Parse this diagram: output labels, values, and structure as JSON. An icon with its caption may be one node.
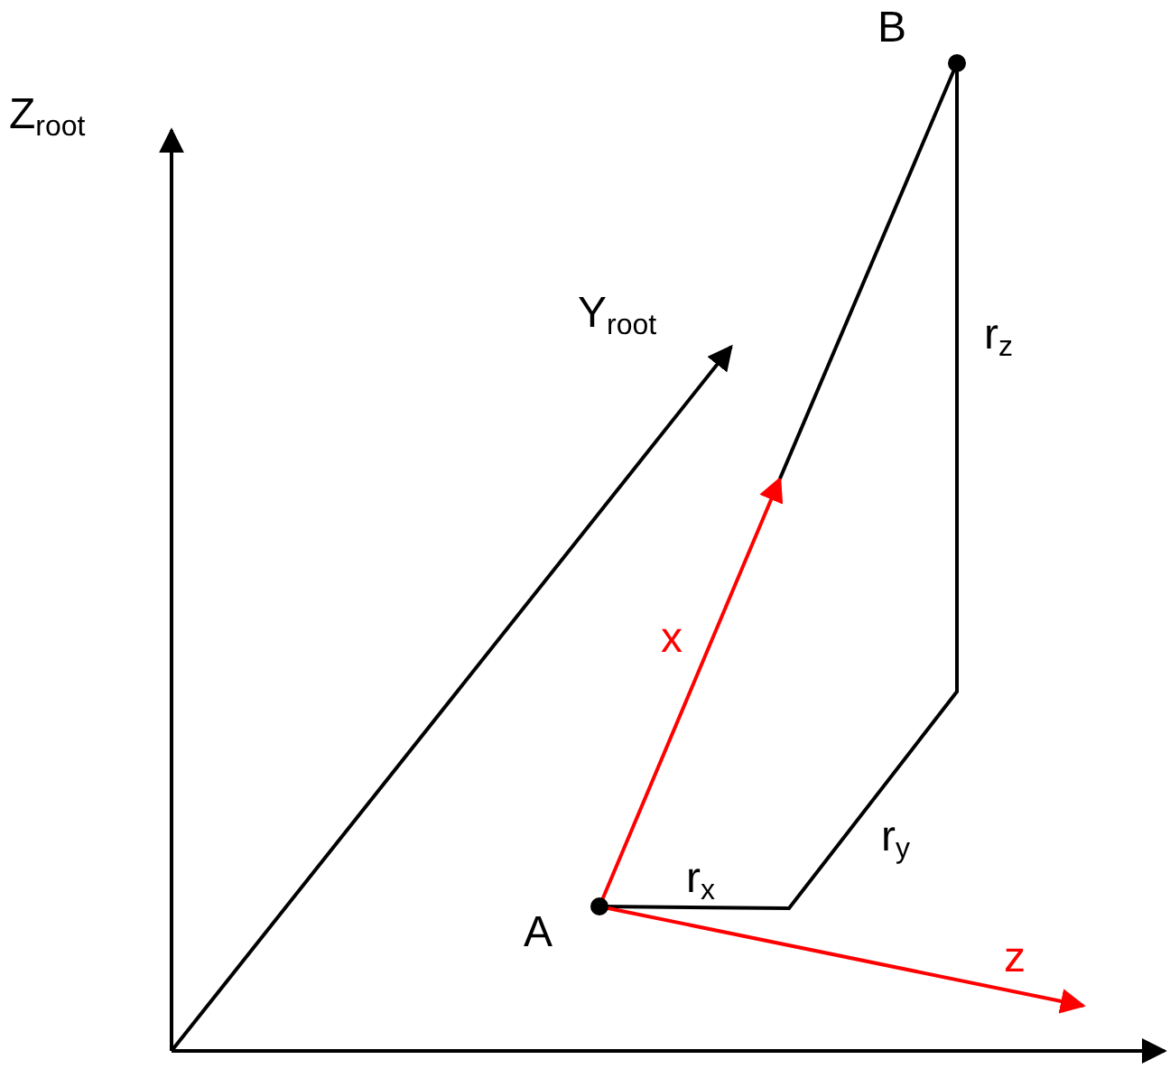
{
  "diagram": {
    "nodes": [
      {
        "text": [
          "A"
        ]
      },
      {
        "text": [
          "B"
        ]
      }
    ],
    "edges": [
      {
        "from": 0,
        "to": null,
        "arrow": "to",
        "label": "x",
        "color": "#ff0000"
      },
      {
        "from": null,
        "to": 1,
        "arrow": "none",
        "color": "#000000"
      },
      {
        "from": 0,
        "to": 1,
        "arrow": "none",
        "color": "#000000"
      },
      {
        "from": 0,
        "to": null,
        "arrow": "to",
        "label": "z",
        "color": "#ff0000"
      }
    ],
    "labels": [
      "Z$_{root}$",
      "Y$_{root}$",
      "r$_{z}$",
      "r$_{y}$",
      "r$_{x}$"
    ]
  }
}
